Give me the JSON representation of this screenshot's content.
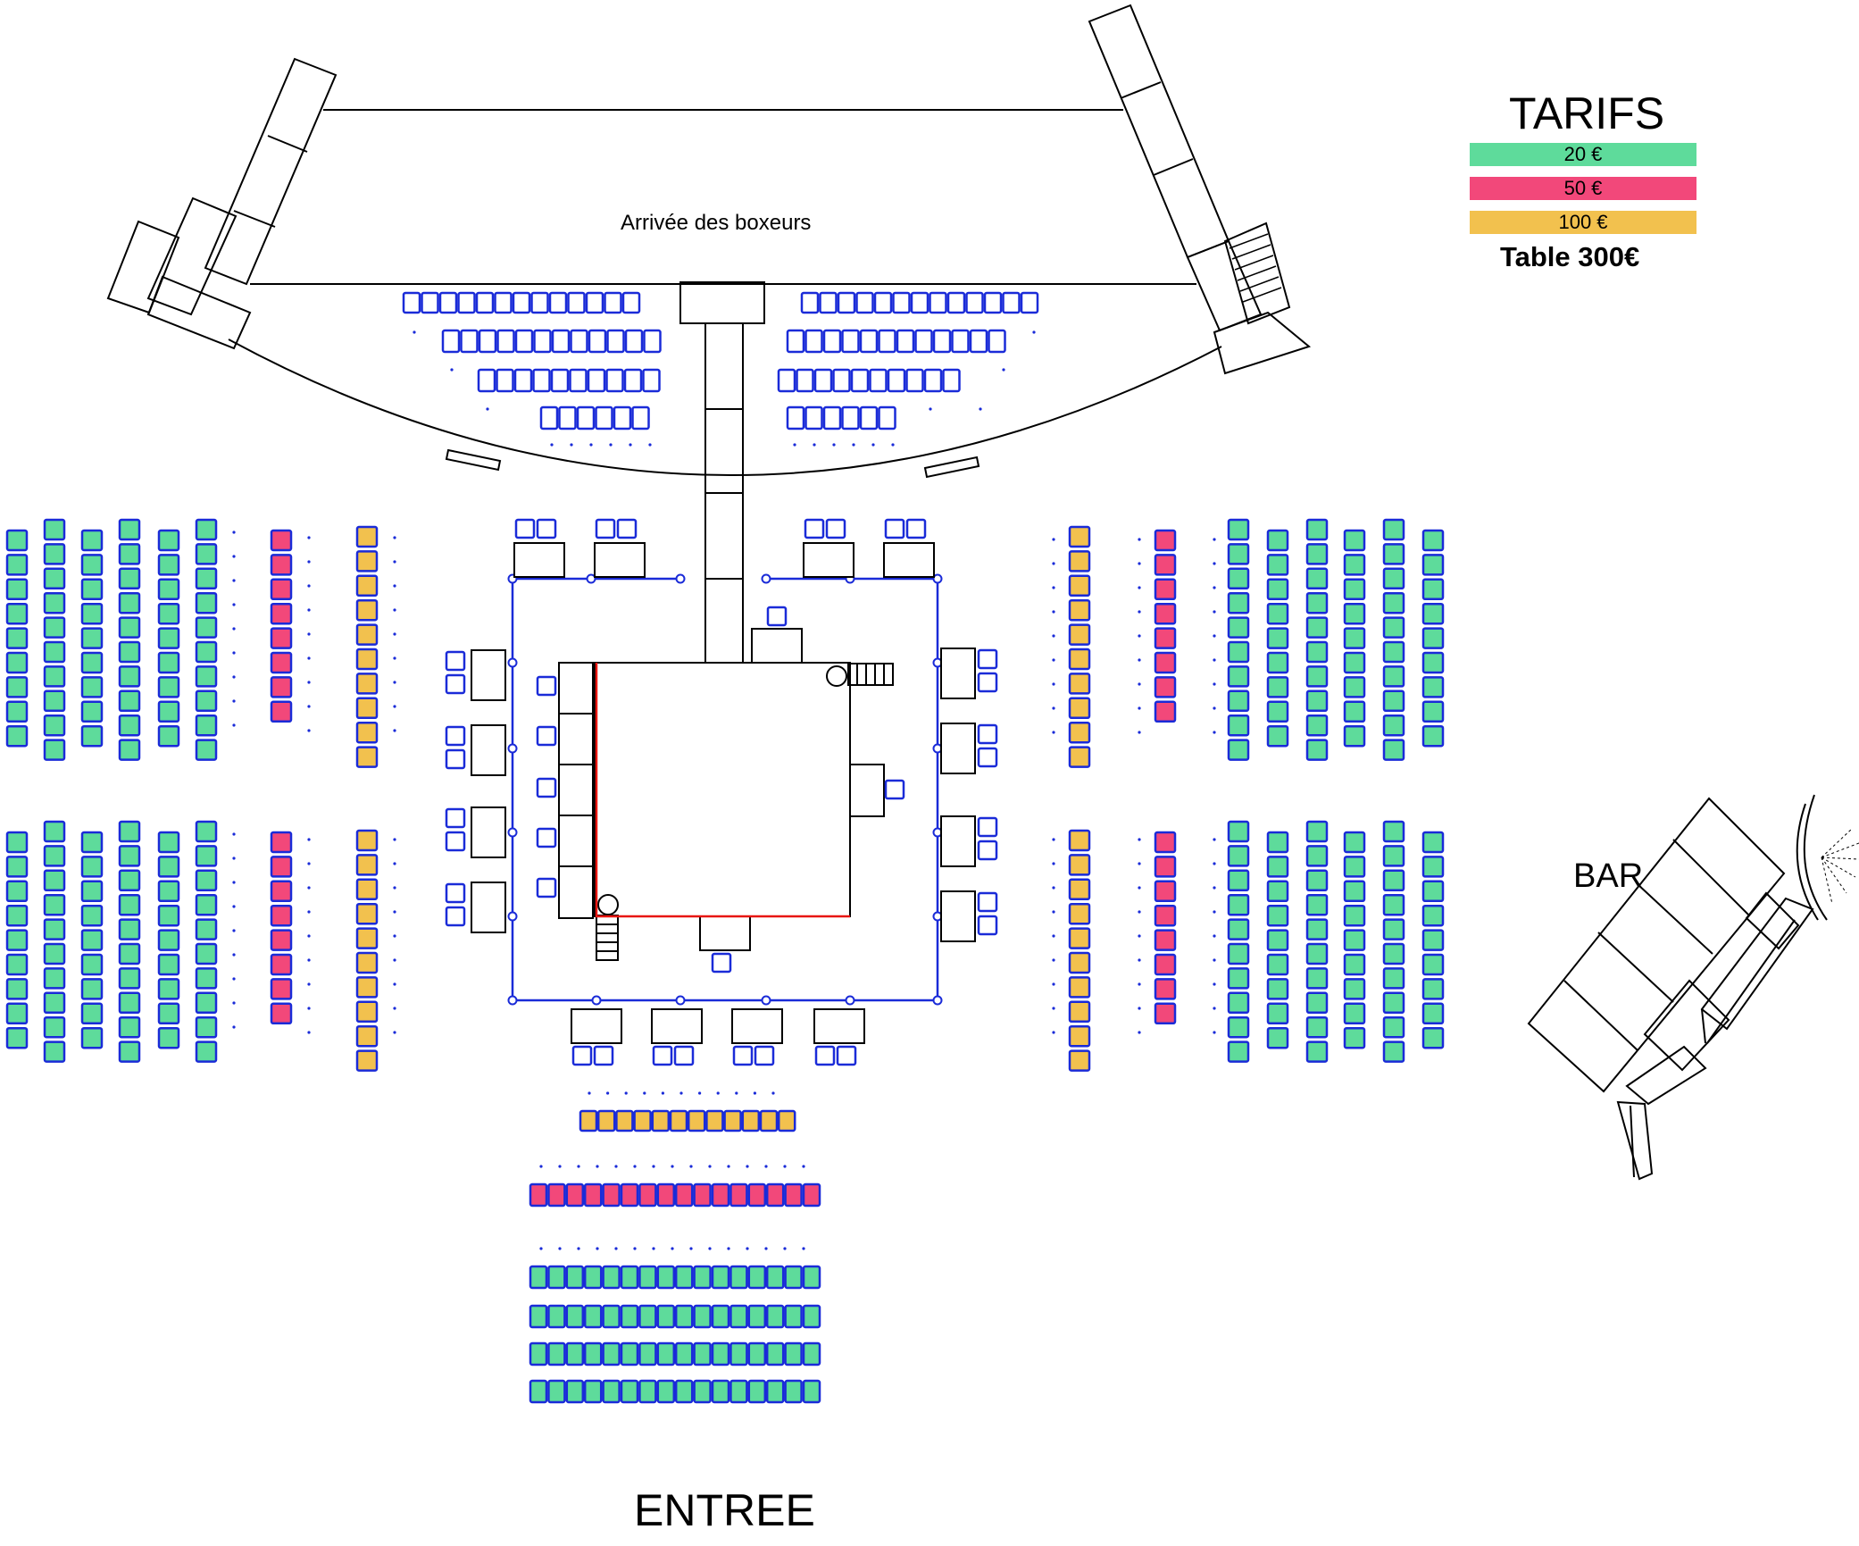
{
  "legend": {
    "title": "TARIFS",
    "tiers": [
      {
        "label": "20 €",
        "color": "#5EDB9B"
      },
      {
        "label": "50 €",
        "color": "#F2487A"
      },
      {
        "label": "100 €",
        "color": "#F2C14E"
      }
    ],
    "table_price": "Table 300€"
  },
  "areas": {
    "boxers_arrival": "Arrivée des boxeurs",
    "bar": "BAR",
    "entrance": "ENTREE"
  },
  "colors": {
    "seat_outline": "#1A2BD8",
    "green": "#5EDB9B",
    "red": "#F2487A",
    "yellow": "#F2C14E",
    "ring_rope": "#E8150F",
    "line": "#000000"
  }
}
